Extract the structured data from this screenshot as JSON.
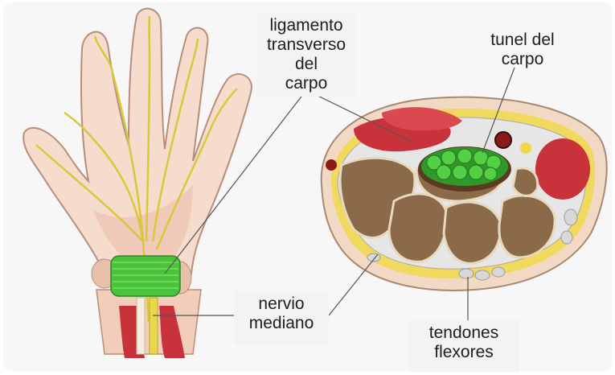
{
  "labels": {
    "ligamento": [
      "ligamento",
      "transverso del",
      "carpo"
    ],
    "tunel": [
      "tunel del",
      "carpo"
    ],
    "nervio": [
      "nervio",
      "mediano"
    ],
    "tendones": [
      "tendones",
      "flexores"
    ]
  },
  "colors": {
    "skin": "#f4d9c8",
    "nerve": "#d8c83a",
    "ligament": "#49c43a",
    "muscle": "#c8323a",
    "bone": "#8a6a48",
    "fat": "#f0d84a"
  }
}
